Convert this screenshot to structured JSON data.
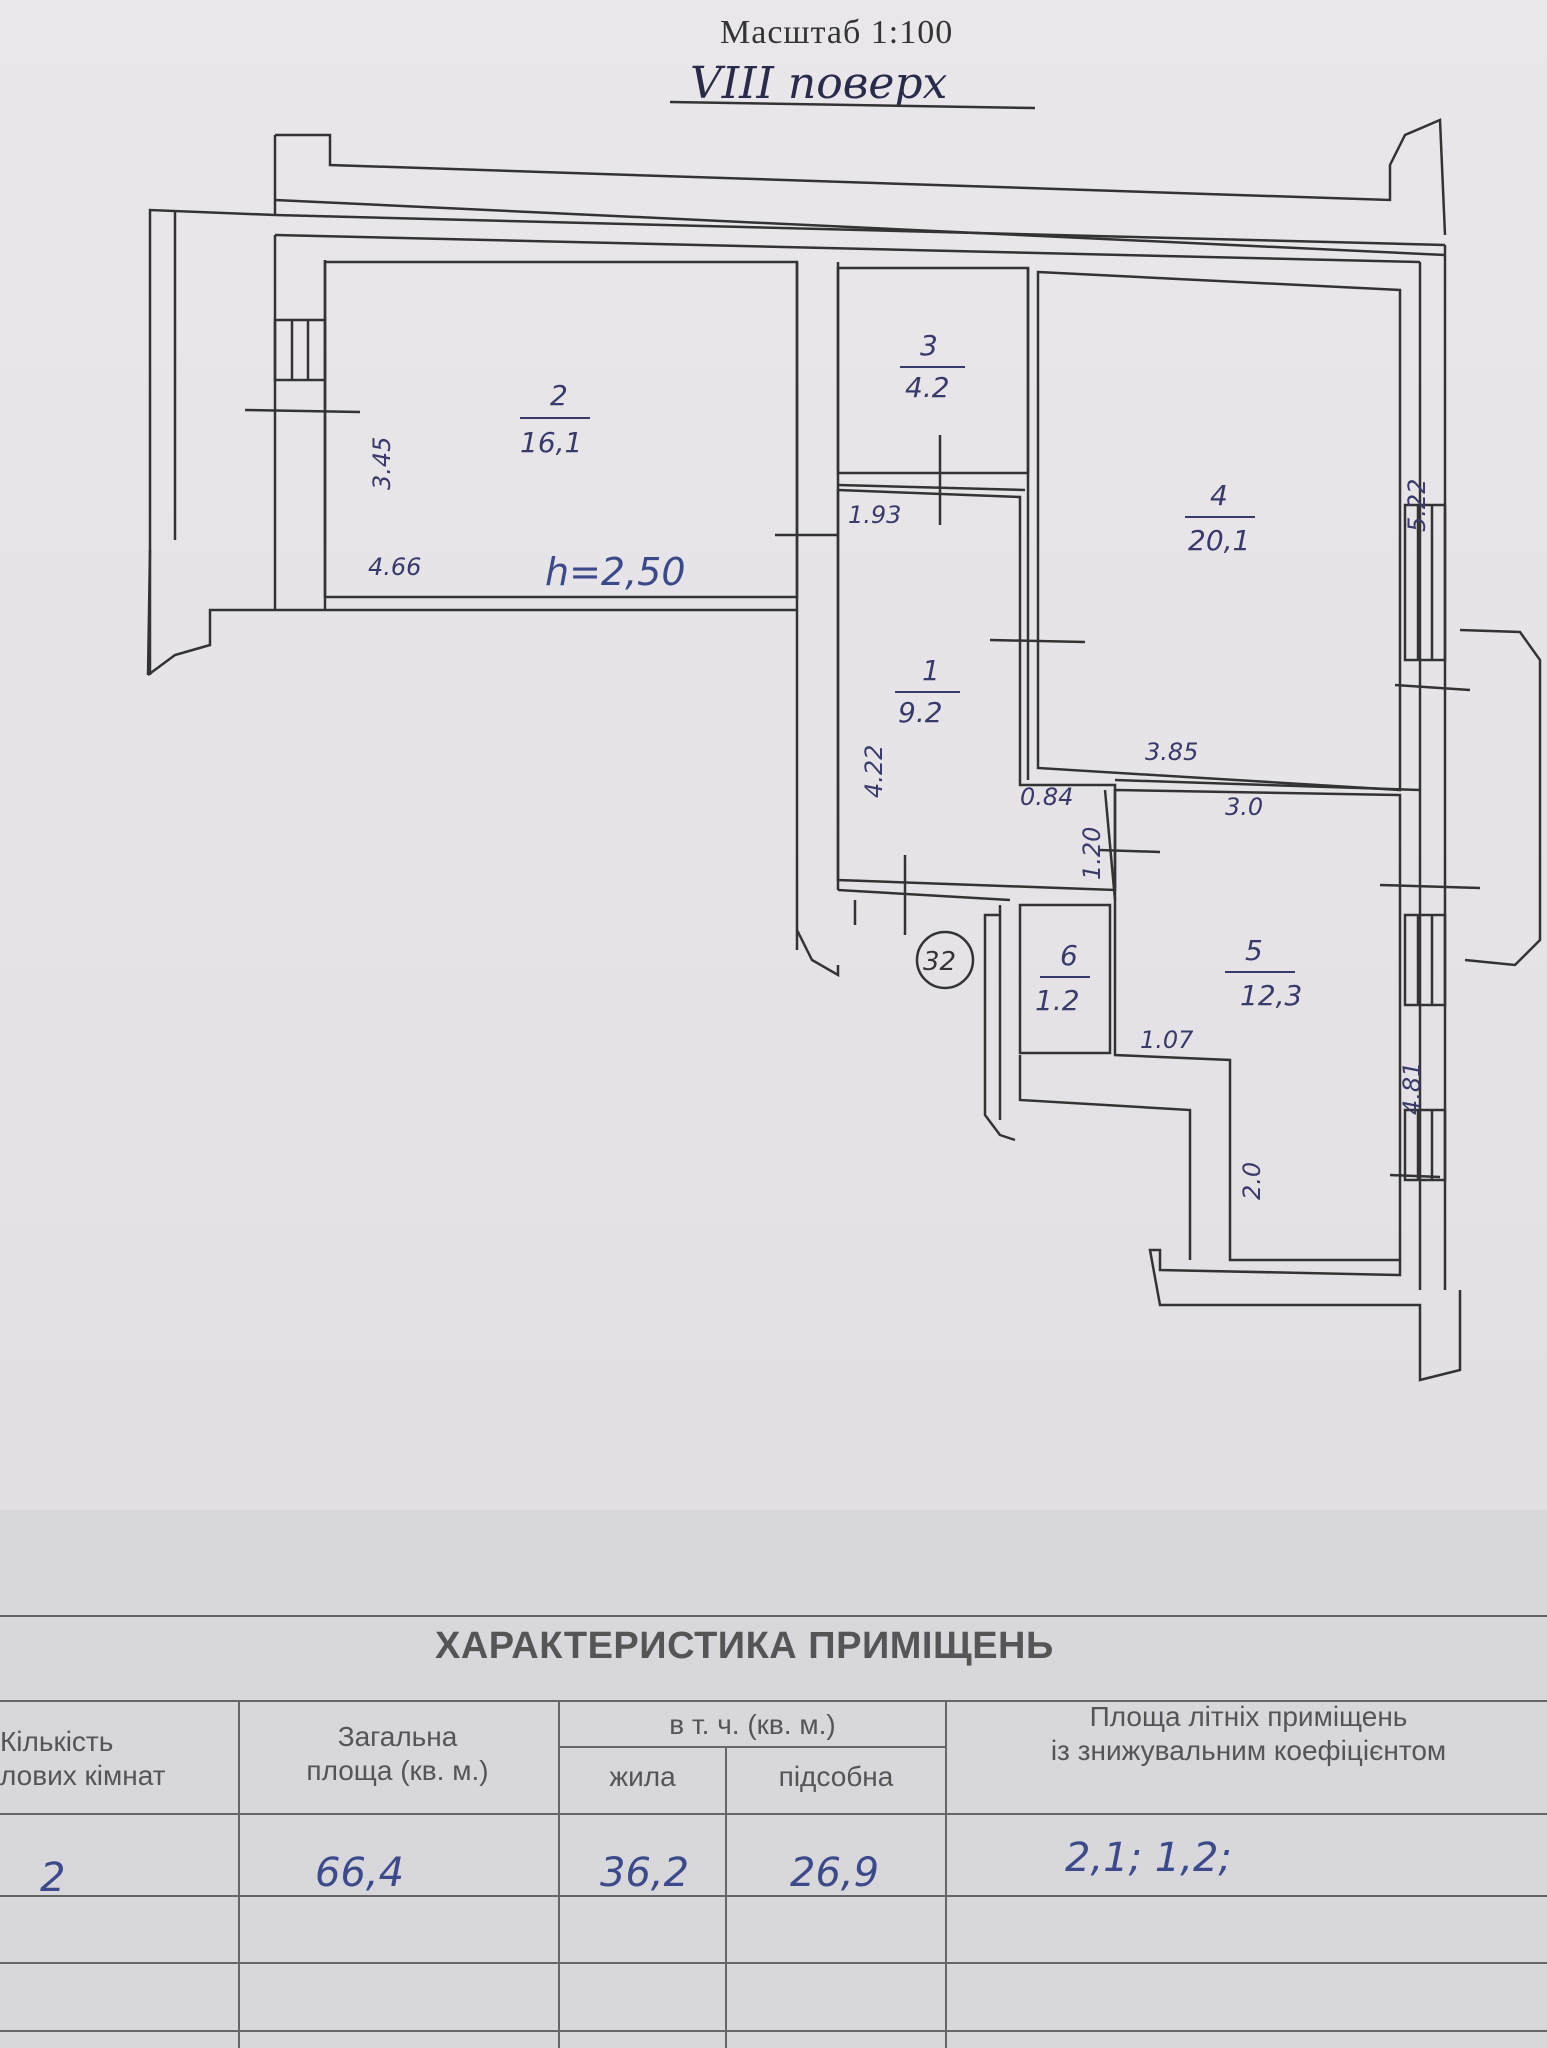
{
  "header": {
    "scale": "Масштаб 1:100",
    "floor": "VIII поверх"
  },
  "plan": {
    "rooms": [
      {
        "num": "2",
        "area": "16,1"
      },
      {
        "num": "3",
        "area": "4.2"
      },
      {
        "num": "4",
        "area": "20,1"
      },
      {
        "num": "1",
        "area": "9.2"
      },
      {
        "num": "5",
        "area": "12,3"
      },
      {
        "num": "6",
        "area": "1.2"
      }
    ],
    "dims": [
      "3.45",
      "4.66",
      "1.93",
      "5.22",
      "4.22",
      "3.85",
      "0.84",
      "3.0",
      "1.20",
      "1.07",
      "4.81",
      "2.0"
    ],
    "height": "h=2,50",
    "apartment": "32"
  },
  "table": {
    "title": "ХАРАКТЕРИСТИКА ПРИМІЩЕНЬ",
    "headers": {
      "rooms": "Кількість\nлових кімнат",
      "total": "Загальна\nплоща (кв. м.)",
      "incl": "в т. ч. (кв. м.)",
      "living": "жила",
      "aux": "підсобна",
      "summer": "Площа літніх приміщень\nіз знижувальним коефіцієнтом"
    },
    "values": {
      "rooms": "2",
      "total": "66,4",
      "living": "36,2",
      "aux": "26,9",
      "summer": "2,1; 1,2;"
    }
  }
}
